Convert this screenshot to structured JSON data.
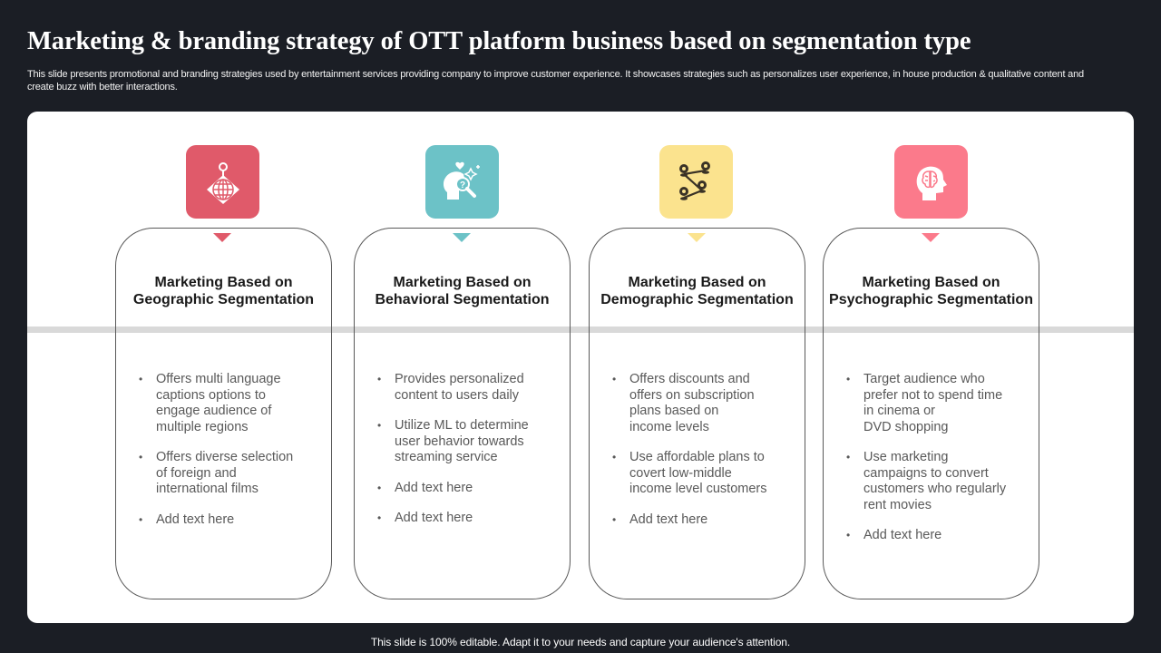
{
  "header": {
    "title": "Marketing & branding strategy of OTT platform business based on segmentation type",
    "subtitle": "This slide presents promotional and branding strategies used by entertainment services providing company to improve customer experience. It showcases strategies such as personalizes user experience, in house production & qualitative content and create buzz with better interactions."
  },
  "cards": [
    {
      "icon": "globe-location-icon",
      "color": "#e05a6a",
      "heading": "Marketing Based on\nGeographic Segmentation",
      "bullets": [
        "Offers multi language\ncaptions options to\nengage audience of\nmultiple regions",
        "Offers diverse selection\nof foreign and\ninternational films",
        "Add text here"
      ]
    },
    {
      "icon": "head-question-search-icon",
      "color": "#6cc2c7",
      "heading": "Marketing Based on\nBehavioral Segmentation",
      "bullets": [
        "Provides personalized\ncontent to users daily",
        "Utilize ML to determine\nuser behavior towards\nstreaming service",
        "Add text here",
        "Add text here"
      ]
    },
    {
      "icon": "location-network-icon",
      "color": "#fbe38e",
      "heading": "Marketing Based on\nDemographic Segmentation",
      "bullets": [
        "Offers discounts and\noffers on subscription\nplans based on\nincome levels",
        "Use affordable plans to\ncovert low-middle\nincome level customers",
        "Add text here"
      ]
    },
    {
      "icon": "head-brain-icon",
      "color": "#fb7a8b",
      "heading": "Marketing Based on\nPsychographic Segmentation",
      "bullets": [
        "Target audience who\nprefer not to spend time\nin cinema or\nDVD shopping",
        "Use marketing\ncampaigns to convert\ncustomers who regularly\nrent movies",
        "Add text here"
      ]
    }
  ],
  "footer": {
    "text": "This slide is 100% editable. Adapt it to your needs and capture your audience's attention."
  }
}
